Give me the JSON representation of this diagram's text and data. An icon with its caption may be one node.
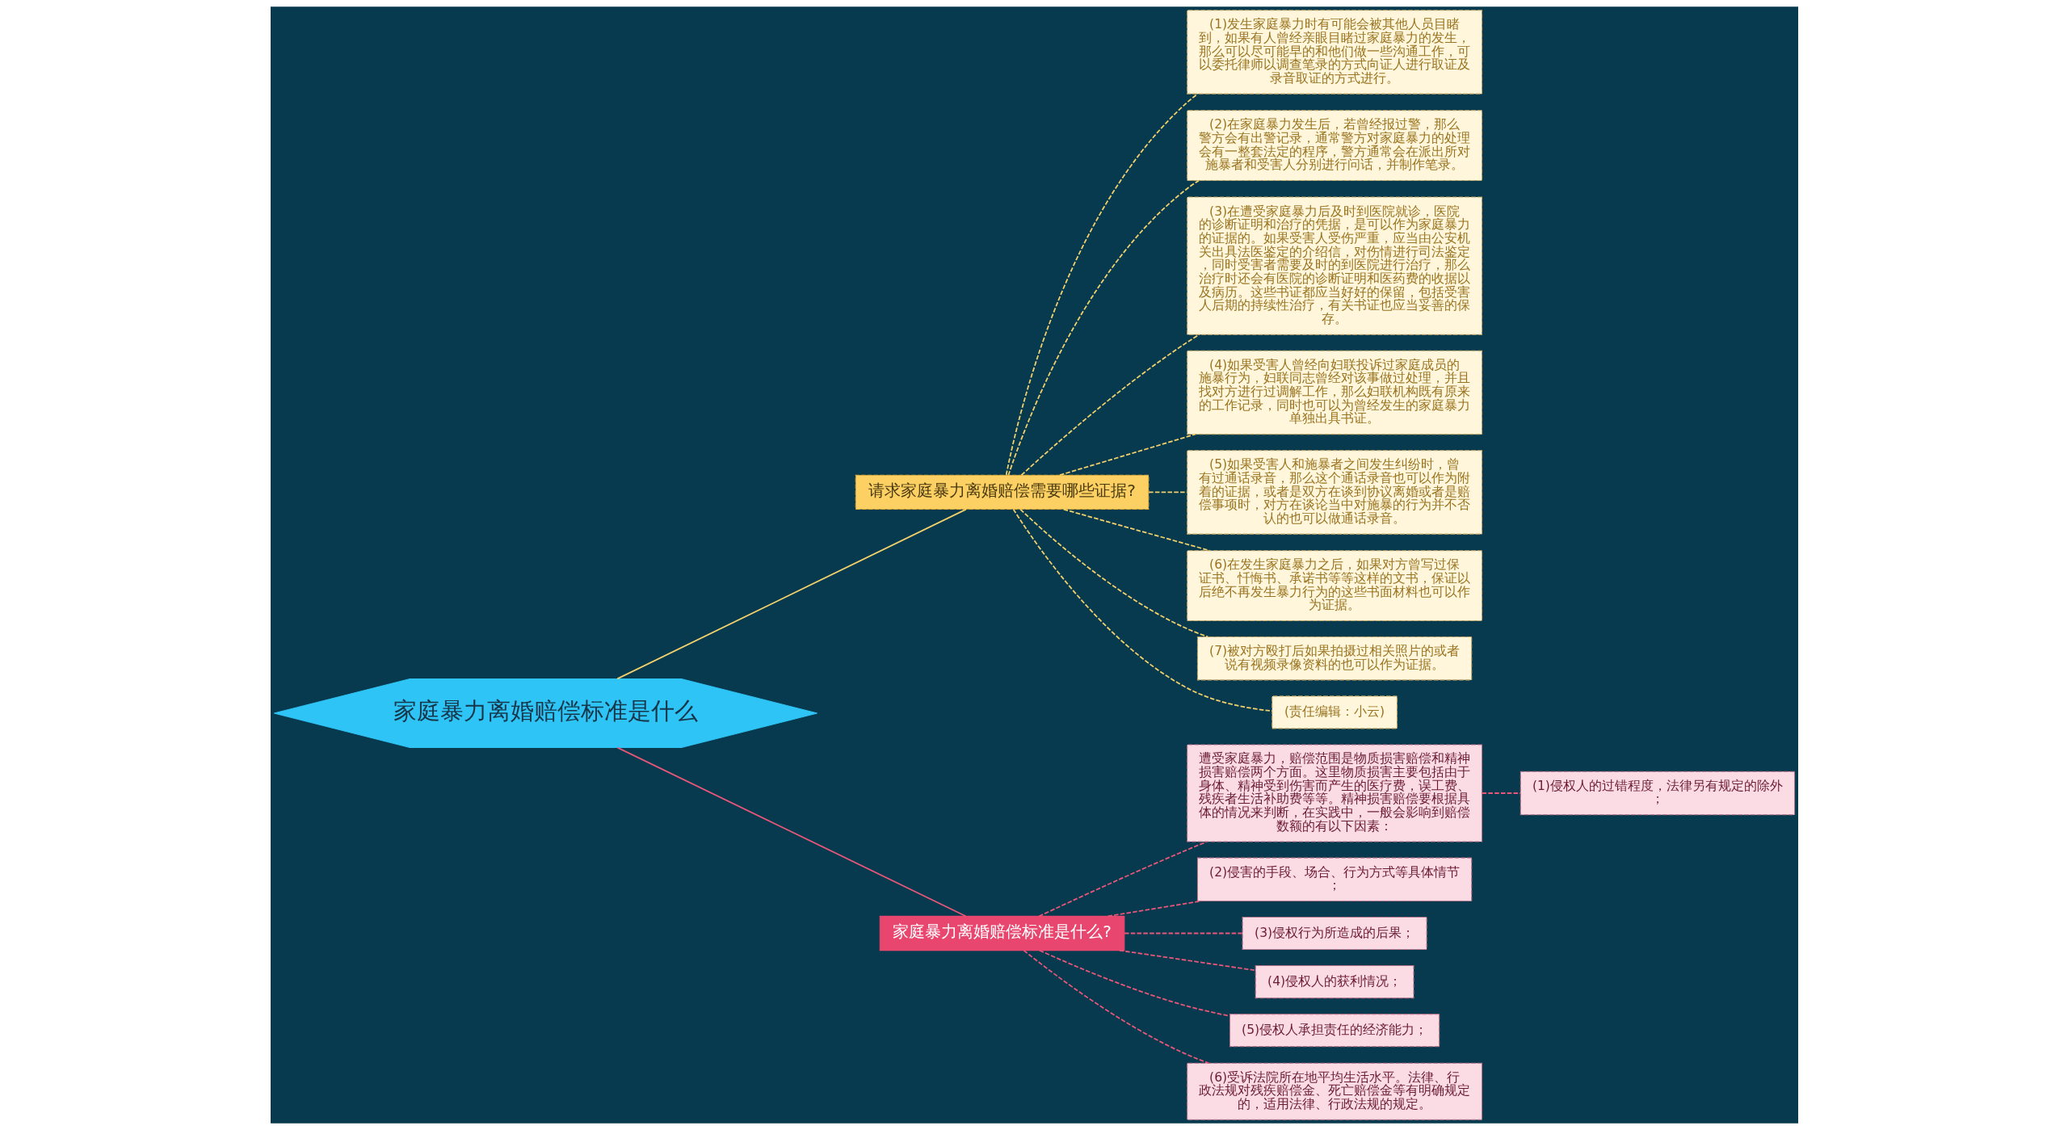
{
  "diagram": {
    "nodes": [
      {
        "text": [
          "家庭暴力离婚赔偿标准是什么"
        ]
      },
      {
        "text": [
          "请求家庭暴力离婚赔偿需要哪些证据?"
        ]
      },
      {
        "text": [
          "(1)发生家庭暴力时有可能会被其他人员目睹到，如果有人曾经亲眼目睹过家庭暴力的发生，那么可以尽可能早的和他们做一些沟通工作，可以委托律师以调查笔录的方式向证人进行取证及录音取证的方式进行。"
        ]
      },
      {
        "text": [
          "(2)在家庭暴力发生后，若曾经报过警，那么警方会有出警记录，通常警方对家庭暴力的处理会有一整套法定的程序，警方通常会在派出所对施暴者和受害人分别进行问话，并制作笔录。"
        ]
      },
      {
        "text": [
          "(3)在遭受家庭暴力后及时到医院就诊，医院的诊断证明和治疗的凭据，是可以作为家庭暴力的证据的。如果受害人受伤严重，应当由公安机关出具法医鉴定的介绍信，对伤情进行司法鉴定，同时受害者需要及时的到医院进行治疗，那么治疗时还会有医院的诊断证明和医药费的收据以及病历。这些书证都应当好好的保留，包括受害人后期的持续性治疗，有关书证也应当妥善的保存。"
        ]
      },
      {
        "text": [
          "(4)如果受害人曾经向妇联投诉过家庭成员的施暴行为，妇联同志曾经对该事做过处理，并且找对方进行过调解工作，那么妇联机构既有原来的工作记录，同时也可以为曾经发生的家庭暴力单独出具书证。"
        ]
      },
      {
        "text": [
          "(5)如果受害人和施暴者之间发生纠纷时，曾有过通话录音，那么这个通话录音也可以作为附着的证据，或者是双方在谈到协议离婚或者是赔偿事项时，对方在谈论当中对施暴的行为并不否认的也可以做通话录音。"
        ]
      },
      {
        "text": [
          "(6)在发生家庭暴力之后，如果对方曾写过保证书、忏悔书、承诺书等等这样的文书，保证以后绝不再发生暴力行为的这些书面材料也可以作为证据。"
        ]
      },
      {
        "text": [
          "(7)被对方殴打后如果拍摄过相关照片的或者说有视频录像资料的也可以作为证据。"
        ]
      },
      {
        "text": [
          "(责任编辑：小云)"
        ]
      },
      {
        "text": [
          "家庭暴力离婚赔偿标准是什么?"
        ]
      },
      {
        "text": [
          "遭受家庭暴力，赔偿范围是物质损害赔偿和精神损害赔偿两个方面。这里物质损害主要包括由于身体、精神受到伤害而产生的医疗费，误工费、残疾者生活补助费等等。精神损害赔偿要根据具体的情况来判断，在实践中，一般会影响到赔偿数额的有以下因素："
        ]
      },
      {
        "text": [
          "(1)侵权人的过错程度，法律另有规定的除外；"
        ]
      },
      {
        "text": [
          "(2)侵害的手段、场合、行为方式等具体情节；"
        ]
      },
      {
        "text": [
          "(3)侵权行为所造成的后果；"
        ]
      },
      {
        "text": [
          "(4)侵权人的获利情况；"
        ]
      },
      {
        "text": [
          "(5)侵权人承担责任的经济能力；"
        ]
      },
      {
        "text": [
          "(6)受诉法院所在地平均生活水平。法律、行政法规对残疾赔偿金、死亡赔偿金等有明确规定的，适用法律、行政法规的规定。"
        ]
      }
    ],
    "edges": [
      {
        "from": 0,
        "to": 1,
        "arrow": "none",
        "color": "#f2d06b"
      },
      {
        "from": 1,
        "to": 2,
        "arrow": "none",
        "style": "dashed",
        "color": "#f2d06b"
      },
      {
        "from": 1,
        "to": 3,
        "arrow": "none",
        "style": "dashed",
        "color": "#f2d06b"
      },
      {
        "from": 1,
        "to": 4,
        "arrow": "none",
        "style": "dashed",
        "color": "#f2d06b"
      },
      {
        "from": 1,
        "to": 5,
        "arrow": "none",
        "style": "dashed",
        "color": "#f2d06b"
      },
      {
        "from": 1,
        "to": 6,
        "arrow": "none",
        "style": "dashed",
        "color": "#f2d06b"
      },
      {
        "from": 1,
        "to": 7,
        "arrow": "none",
        "style": "dashed",
        "color": "#f2d06b"
      },
      {
        "from": 1,
        "to": 8,
        "arrow": "none",
        "style": "dashed",
        "color": "#f2d06b"
      },
      {
        "from": 1,
        "to": 9,
        "arrow": "none",
        "style": "dashed",
        "color": "#f2d06b"
      },
      {
        "from": 0,
        "to": 10,
        "arrow": "none",
        "color": "#e8577a"
      },
      {
        "from": 10,
        "to": 11,
        "arrow": "none",
        "style": "dashed",
        "color": "#e8577a"
      },
      {
        "from": 11,
        "to": 12,
        "arrow": "none",
        "style": "dashed",
        "color": "#e8577a"
      },
      {
        "from": 10,
        "to": 13,
        "arrow": "none",
        "style": "dashed",
        "color": "#e8577a"
      },
      {
        "from": 10,
        "to": 14,
        "arrow": "none",
        "style": "dashed",
        "color": "#e8577a"
      },
      {
        "from": 10,
        "to": 15,
        "arrow": "none",
        "style": "dashed",
        "color": "#e8577a"
      },
      {
        "from": 10,
        "to": 16,
        "arrow": "none",
        "style": "dashed",
        "color": "#e8577a"
      },
      {
        "from": 10,
        "to": 17,
        "arrow": "none",
        "style": "dashed",
        "color": "#e8577a"
      }
    ]
  }
}
